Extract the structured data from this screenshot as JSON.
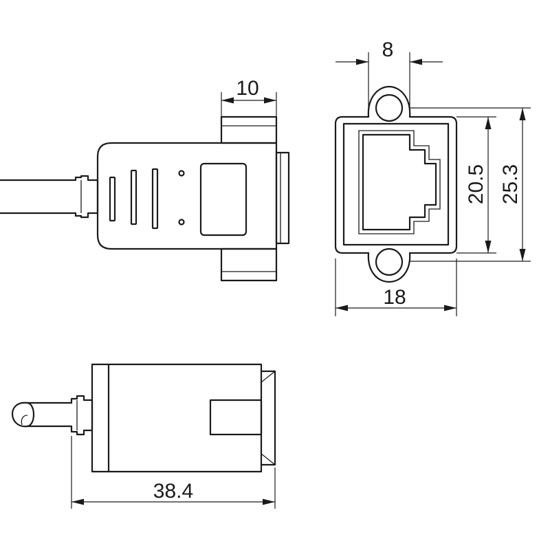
{
  "dimensions": {
    "plug_flange_width": "10",
    "hole_spacing": "8",
    "port_height": "20.5",
    "flange_height": "25.3",
    "port_width": "18",
    "overall_length": "38.4"
  }
}
